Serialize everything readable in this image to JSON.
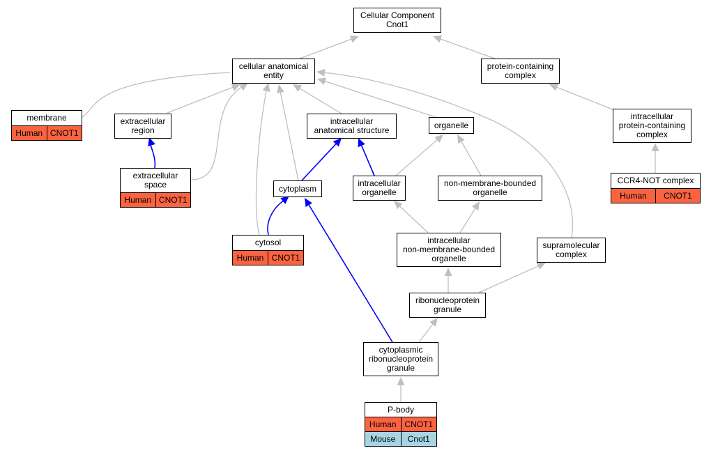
{
  "colors": {
    "human": "#fb6340",
    "mouse": "#a7d5e3",
    "edge_default": "#bfbfbf",
    "edge_highlight": "#0000ff"
  },
  "nodes": {
    "cellular_component": {
      "label": "Cellular Component\nCnot1"
    },
    "cellular_anatomical_entity": {
      "label": "cellular anatomical\nentity"
    },
    "protein_containing_complex": {
      "label": "protein-containing\ncomplex"
    },
    "membrane": {
      "label": "membrane",
      "orthologs": [
        {
          "species": "Human",
          "gene": "CNOT1",
          "color": "human"
        }
      ]
    },
    "extracellular_region": {
      "label": "extracellular\nregion"
    },
    "intracellular_anatomical_structure": {
      "label": "intracellular\nanatomical structure"
    },
    "organelle": {
      "label": "organelle"
    },
    "intracellular_protein_containing_complex": {
      "label": "intracellular\nprotein-containing\ncomplex"
    },
    "extracellular_space": {
      "label": "extracellular\nspace",
      "orthologs": [
        {
          "species": "Human",
          "gene": "CNOT1",
          "color": "human"
        }
      ]
    },
    "cytoplasm": {
      "label": "cytoplasm"
    },
    "intracellular_organelle": {
      "label": "intracellular\norganelle"
    },
    "non_membrane_bounded_organelle": {
      "label": "non-membrane-bounded\norganelle"
    },
    "ccr4_not_complex": {
      "label": "CCR4-NOT complex",
      "orthologs": [
        {
          "species": "Human",
          "gene": "CNOT1",
          "color": "human"
        }
      ]
    },
    "cytosol": {
      "label": "cytosol",
      "orthologs": [
        {
          "species": "Human",
          "gene": "CNOT1",
          "color": "human"
        }
      ]
    },
    "intracellular_non_membrane_bounded_organelle": {
      "label": "intracellular\nnon-membrane-bounded\norganelle"
    },
    "supramolecular_complex": {
      "label": "supramolecular\ncomplex"
    },
    "ribonucleoprotein_granule": {
      "label": "ribonucleoprotein\ngranule"
    },
    "cytoplasmic_ribonucleoprotein_granule": {
      "label": "cytoplasmic\nribonucleoprotein\ngranule"
    },
    "p_body": {
      "label": "P-body",
      "orthologs": [
        {
          "species": "Human",
          "gene": "CNOT1",
          "color": "human"
        },
        {
          "species": "Mouse",
          "gene": "Cnot1",
          "color": "mouse"
        }
      ]
    }
  },
  "edges": [
    {
      "from": "cellular_anatomical_entity",
      "to": "cellular_component",
      "highlight": false
    },
    {
      "from": "protein_containing_complex",
      "to": "cellular_component",
      "highlight": false
    },
    {
      "from": "membrane",
      "to": "cellular_anatomical_entity",
      "highlight": false
    },
    {
      "from": "extracellular_region",
      "to": "cellular_anatomical_entity",
      "highlight": false
    },
    {
      "from": "extracellular_space",
      "to": "cellular_anatomical_entity",
      "highlight": false
    },
    {
      "from": "cytosol",
      "to": "cellular_anatomical_entity",
      "highlight": false
    },
    {
      "from": "cytoplasm",
      "to": "cellular_anatomical_entity",
      "highlight": false
    },
    {
      "from": "intracellular_anatomical_structure",
      "to": "cellular_anatomical_entity",
      "highlight": false
    },
    {
      "from": "organelle",
      "to": "cellular_anatomical_entity",
      "highlight": false
    },
    {
      "from": "supramolecular_complex",
      "to": "cellular_anatomical_entity",
      "highlight": false
    },
    {
      "from": "intracellular_protein_containing_complex",
      "to": "protein_containing_complex",
      "highlight": false
    },
    {
      "from": "ccr4_not_complex",
      "to": "intracellular_protein_containing_complex",
      "highlight": false
    },
    {
      "from": "extracellular_space",
      "to": "extracellular_region",
      "highlight": true
    },
    {
      "from": "cytoplasm",
      "to": "intracellular_anatomical_structure",
      "highlight": true
    },
    {
      "from": "intracellular_organelle",
      "to": "intracellular_anatomical_structure",
      "highlight": true
    },
    {
      "from": "intracellular_organelle",
      "to": "organelle",
      "highlight": false
    },
    {
      "from": "non_membrane_bounded_organelle",
      "to": "organelle",
      "highlight": false
    },
    {
      "from": "cytosol",
      "to": "cytoplasm",
      "highlight": true
    },
    {
      "from": "cytoplasmic_ribonucleoprotein_granule",
      "to": "cytoplasm",
      "highlight": true
    },
    {
      "from": "intracellular_non_membrane_bounded_organelle",
      "to": "intracellular_organelle",
      "highlight": false
    },
    {
      "from": "intracellular_non_membrane_bounded_organelle",
      "to": "non_membrane_bounded_organelle",
      "highlight": false
    },
    {
      "from": "ribonucleoprotein_granule",
      "to": "intracellular_non_membrane_bounded_organelle",
      "highlight": false
    },
    {
      "from": "ribonucleoprotein_granule",
      "to": "supramolecular_complex",
      "highlight": false
    },
    {
      "from": "cytoplasmic_ribonucleoprotein_granule",
      "to": "ribonucleoprotein_granule",
      "highlight": false
    },
    {
      "from": "p_body",
      "to": "cytoplasmic_ribonucleoprotein_granule",
      "highlight": false
    }
  ]
}
